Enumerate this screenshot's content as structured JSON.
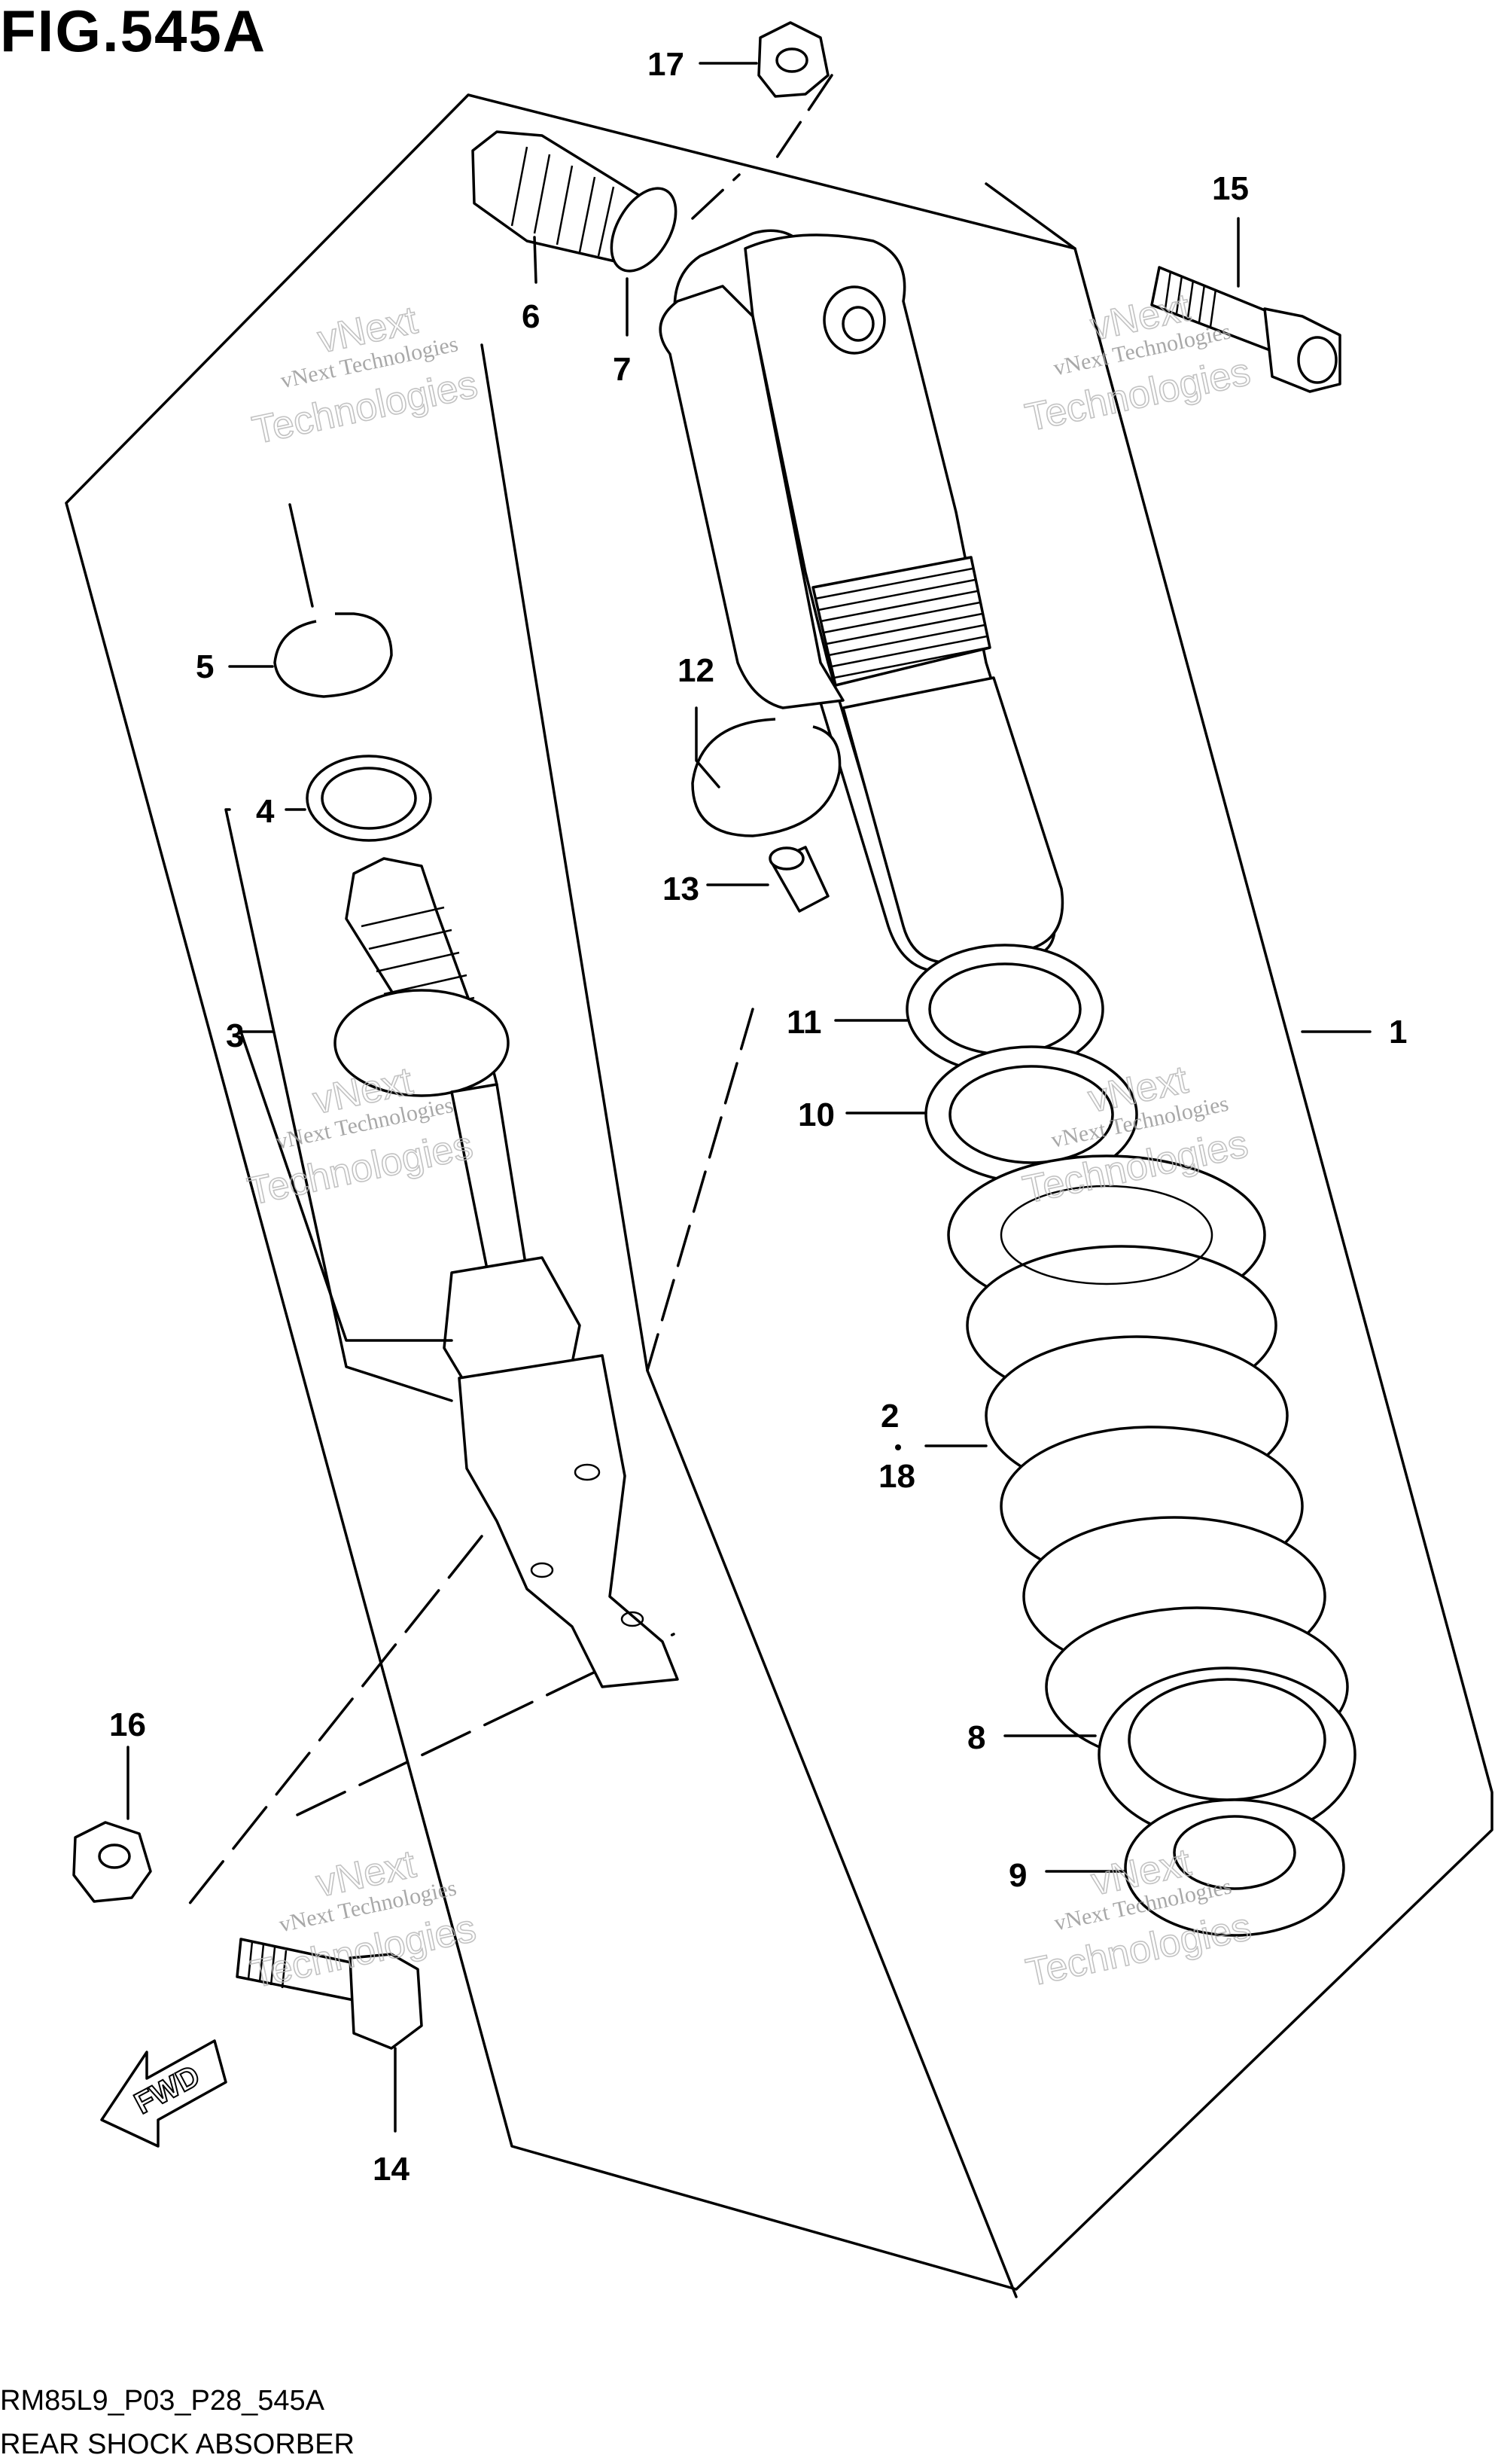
{
  "figure": {
    "title": "FIG.545A",
    "code": "RM85L9_P03_P28_545A",
    "name": "REAR SHOCK ABSORBER"
  },
  "callouts": {
    "c1": "1",
    "c2": "2",
    "c18": "18",
    "c3": "3",
    "c4": "4",
    "c5": "5",
    "c6": "6",
    "c7": "7",
    "c8": "8",
    "c9": "9",
    "c10": "10",
    "c11": "11",
    "c12": "12",
    "c13": "13",
    "c14": "14",
    "c15": "15",
    "c16": "16",
    "c17": "17"
  },
  "fwd_label": "FWD",
  "watermark": {
    "line1": "vNext Technologies",
    "line2": "vNext",
    "line3": "Technologies"
  }
}
